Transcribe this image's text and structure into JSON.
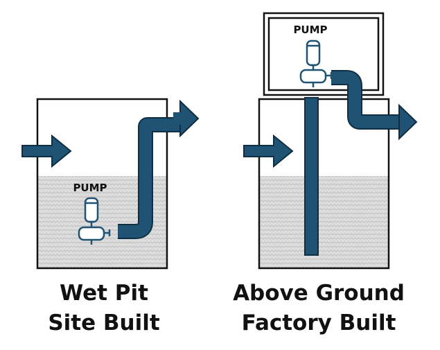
{
  "colors": {
    "pipe": "#1f5273",
    "pipe_stroke": "#0e2e44",
    "outline": "#111111",
    "water_fill": "#dcdcdc",
    "water_wave": "#b9b9b9",
    "pump_stroke": "#1f5273"
  },
  "left": {
    "pump_label": "PUMP",
    "caption_line1": "Wet Pit",
    "caption_line2": "Site Built"
  },
  "right": {
    "pump_label": "PUMP",
    "caption_line1": "Above Ground",
    "caption_line2": "Factory Built"
  },
  "icons": [
    "inlet-arrow-icon",
    "outlet-arrow-icon",
    "pump-icon"
  ]
}
